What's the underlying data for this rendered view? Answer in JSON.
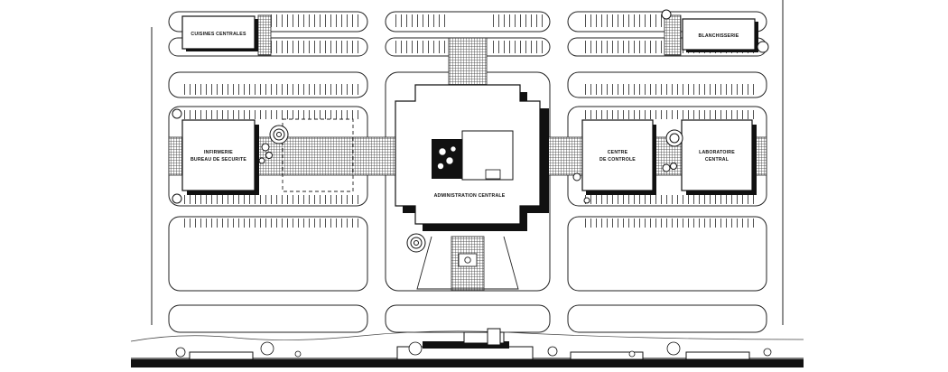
{
  "buildings": {
    "cuisines": "CUISINES CENTRALES",
    "blanchisserie": "BLANCHISSERIE",
    "infirmerie_l1": "INFIRMERIE",
    "infirmerie_l2": "BUREAU DE SECURITE",
    "administration": "ADMINISTRATION CENTRALE",
    "centre_l1": "CENTRE",
    "centre_l2": "DE CONTROLE",
    "labo_l1": "LABORATOIRE",
    "labo_l2": "CENTRAL"
  },
  "colors": {
    "ink": "#111111",
    "paper": "#ffffff",
    "hatch": "#555555"
  }
}
